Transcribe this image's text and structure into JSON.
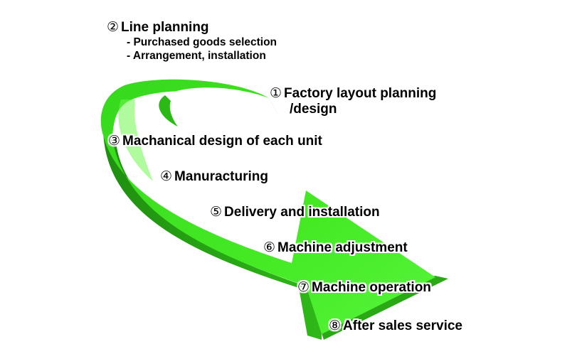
{
  "colors": {
    "arrow_light": "#4bf02a",
    "arrow_mid": "#33d11a",
    "arrow_dark": "#229a12",
    "text": "#000000"
  },
  "steps": [
    {
      "num": "①",
      "label": "Factory layout planning",
      "label2": "/design"
    },
    {
      "num": "②",
      "label": "Line planning",
      "sub": [
        "- Purchased goods selection",
        "- Arrangement, installation"
      ]
    },
    {
      "num": "③",
      "label": "Machanical design of each unit"
    },
    {
      "num": "④",
      "label": "Manuracturing"
    },
    {
      "num": "⑤",
      "label": "Delivery and installation"
    },
    {
      "num": "⑥",
      "label": "Machine adjustment"
    },
    {
      "num": "⑦",
      "label": "Machine operation"
    },
    {
      "num": "⑧",
      "label": "After sales service"
    }
  ]
}
